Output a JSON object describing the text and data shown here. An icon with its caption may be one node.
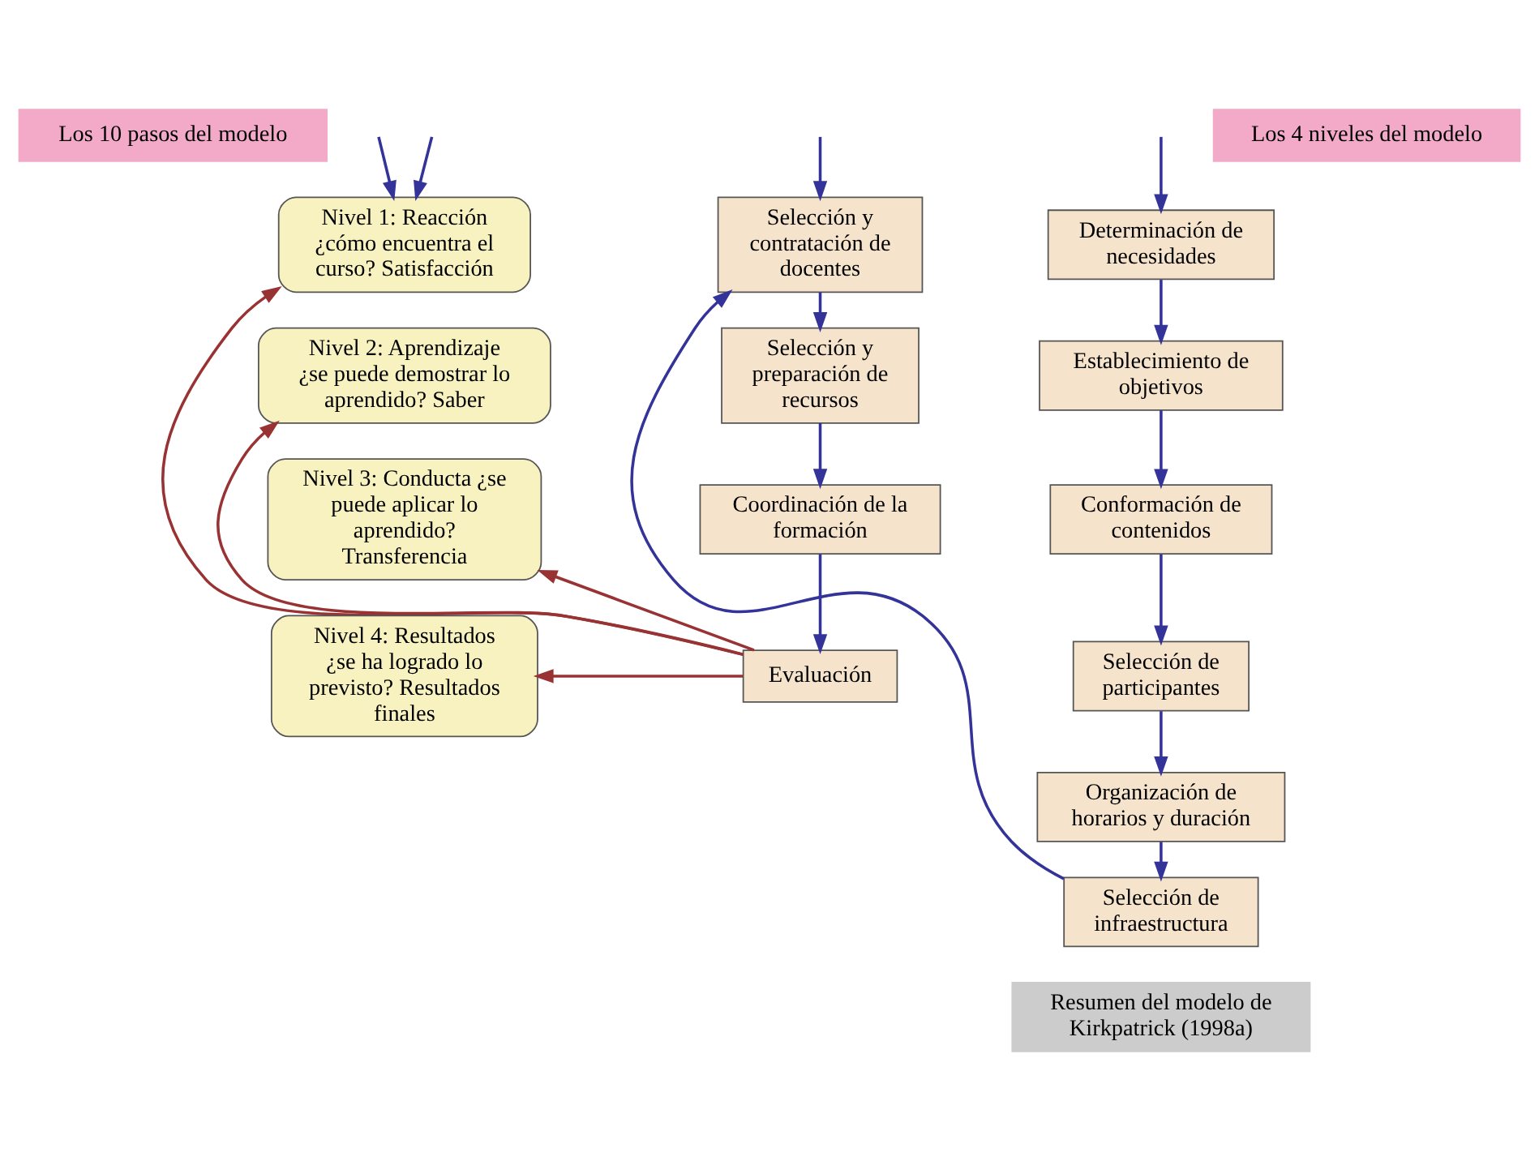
{
  "diagram": {
    "nodes": [
      {
        "text": [
          "Los 10 pasos del modelo"
        ]
      },
      {
        "text": [
          "Determinación de necesidades"
        ]
      },
      {
        "text": [
          "Establecimiento de objetivos"
        ]
      },
      {
        "text": [
          "Conformación de contenidos"
        ]
      },
      {
        "text": [
          "Selección de participantes"
        ]
      },
      {
        "text": [
          "Organización de horarios y duración"
        ]
      },
      {
        "text": [
          "Selección de infraestructura"
        ]
      },
      {
        "text": [
          "Selección y contratación de docentes"
        ]
      },
      {
        "text": [
          "Selección y preparación de recursos"
        ]
      },
      {
        "text": [
          "Coordinación de la formación"
        ]
      },
      {
        "text": [
          "Evaluación"
        ]
      },
      {
        "text": [
          "Los 4 niveles del modelo"
        ]
      },
      {
        "text": [
          "Nivel 1: Reacción ¿cómo encuentra el curso? Satisfacción"
        ]
      },
      {
        "text": [
          "Nivel 2: Aprendizaje ¿se puede demostrar lo aprendido? Saber"
        ]
      },
      {
        "text": [
          "Nivel 3: Conducta ¿se puede aplicar lo aprendido? Transferencia"
        ]
      },
      {
        "text": [
          "Nivel 4: Resultados ¿se ha logrado lo previsto? Resultados finales"
        ]
      },
      {
        "text": [
          "Resumen del modelo de Kirkpatrick (1998a)"
        ]
      }
    ],
    "edges": [
      {
        "from": null,
        "to": 1,
        "arrow": "to"
      },
      {
        "from": null,
        "to": 7,
        "arrow": "to"
      },
      {
        "from": 1,
        "to": 2,
        "arrow": "to"
      },
      {
        "from": 2,
        "to": 3,
        "arrow": "to"
      },
      {
        "from": 3,
        "to": 4,
        "arrow": "to"
      },
      {
        "from": 4,
        "to": 5,
        "arrow": "to"
      },
      {
        "from": 5,
        "to": 6,
        "arrow": "to"
      },
      {
        "from": 6,
        "to": 7,
        "arrow": "to"
      },
      {
        "from": 7,
        "to": 8,
        "arrow": "to"
      },
      {
        "from": 8,
        "to": 9,
        "arrow": "to"
      },
      {
        "from": 9,
        "to": 10,
        "arrow": "to"
      },
      {
        "from": null,
        "to": 12,
        "arrow": "to"
      },
      {
        "from": null,
        "to": 12,
        "arrow": "to"
      },
      {
        "from": 10,
        "to": 12,
        "arrow": "to",
        "color": "#993333"
      },
      {
        "from": 10,
        "to": 13,
        "arrow": "to",
        "color": "#993333"
      },
      {
        "from": 10,
        "to": 14,
        "arrow": "to",
        "color": "#993333"
      },
      {
        "from": 10,
        "to": 15,
        "arrow": "to",
        "color": "#993333"
      }
    ]
  }
}
